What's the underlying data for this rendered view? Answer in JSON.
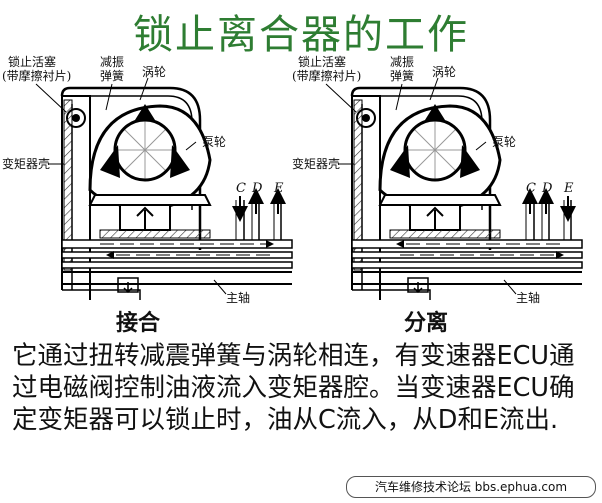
{
  "title": "锁止离合器的工作",
  "left_panel": {
    "lockup_piston": "锁止活塞",
    "friction_lining": "(带摩擦衬片)",
    "damper": [
      "减振",
      "弹簧"
    ],
    "turbine": "涡轮",
    "pump": "泵轮",
    "converter_housing": "变矩器壳",
    "ports": [
      "C",
      "D",
      "E"
    ],
    "main_shaft": "主轴",
    "caption": "接合"
  },
  "right_panel": {
    "lockup_piston": "锁止活塞",
    "friction_lining": "(带摩擦衬片)",
    "damper": [
      "减振",
      "弹簧"
    ],
    "turbine": "涡轮",
    "pump": "泵轮",
    "converter_housing": "变矩器壳",
    "ports": [
      "C",
      "D",
      "E"
    ],
    "main_shaft": "主轴",
    "caption": "分离"
  },
  "description": "它通过扭转减震弹簧与涡轮相连，有变速器ECU通过电磁阀控制油液流入变矩器腔。当变速器ECU确定变矩器可以锁止时，油从C流入，从D和E流出.",
  "footer": "汽车维修技术论坛 bbs.ephua.com"
}
